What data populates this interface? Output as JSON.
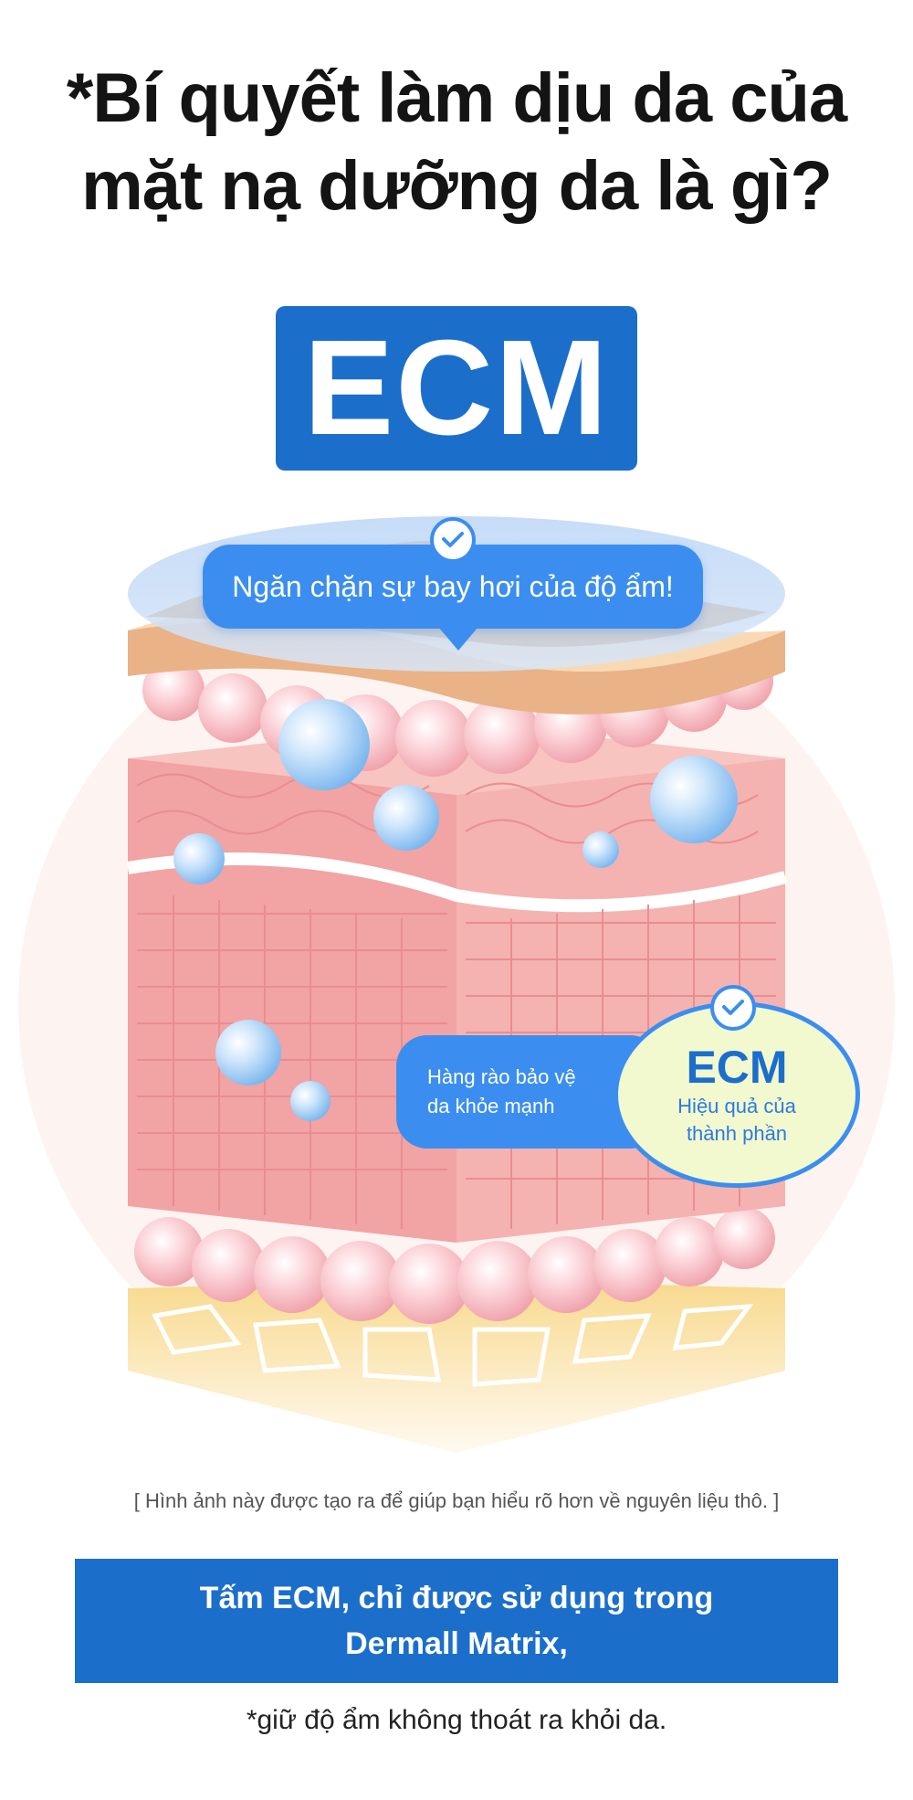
{
  "headline": {
    "line1": "*Bí quyết làm dịu da của",
    "line2": "mặt nạ dưỡng da là gì?"
  },
  "badge": {
    "label": "ECM"
  },
  "callout_top": {
    "text": "Ngăn chặn sự bay hơi của độ ẩm!"
  },
  "callout_mid": {
    "line1": "Hàng rào bảo vệ",
    "line2": "da khỏe mạnh"
  },
  "ecm_circle": {
    "title": "ECM",
    "line1": "Hiệu quả của",
    "line2": "thành phần"
  },
  "caption": "[ Hình ảnh này được tạo ra để giúp bạn hiểu rõ hơn về nguyên liệu thô. ]",
  "band": {
    "line1": "Tấm ECM, chỉ được sử dụng trong",
    "line2": "Dermall Matrix,"
  },
  "footnote": "*giữ độ ẩm không thoát ra khỏi da.",
  "colors": {
    "brand_blue": "#1b6fcb",
    "bubble_blue": "#3b8ef0",
    "circle_fill": "#f3f9cf",
    "skin_top": "#f5cfa5",
    "dermis_pink": "#f4a9a9",
    "fat_yellow": "#fbe7a8"
  }
}
